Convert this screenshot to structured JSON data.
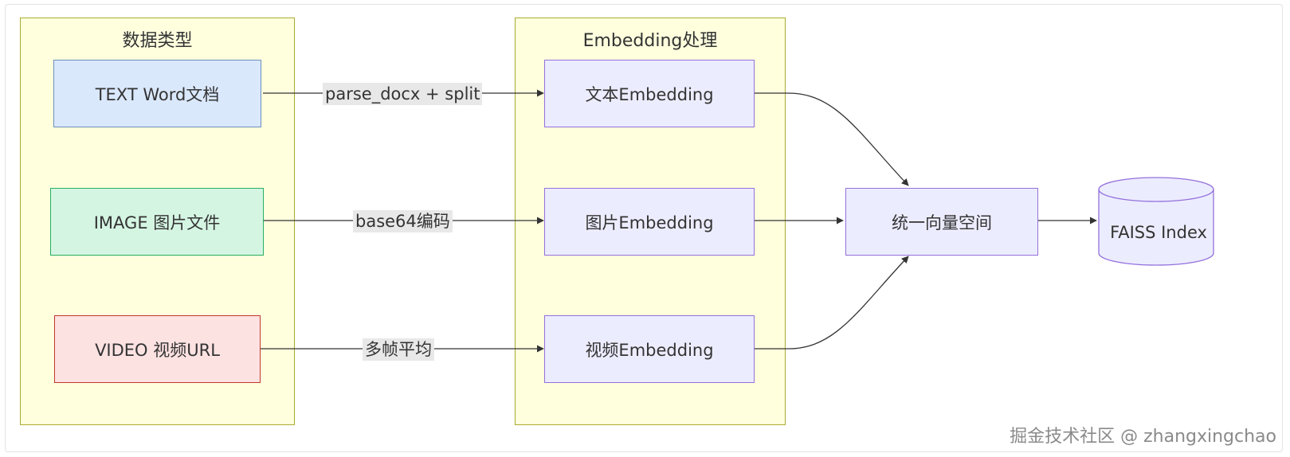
{
  "groups": {
    "data_types": {
      "title": "数据类型"
    },
    "embedding": {
      "title": "Embedding处理"
    }
  },
  "nodes": {
    "text": "TEXT Word文档",
    "image": "IMAGE 图片文件",
    "video": "VIDEO 视频URL",
    "text_emb": "文本Embedding",
    "image_emb": "图片Embedding",
    "video_emb": "视频Embedding",
    "unified": "统一向量空间",
    "faiss": "FAISS Index"
  },
  "edges": {
    "text_label": "parse_docx + split",
    "image_label": "base64编码",
    "video_label": "多帧平均"
  },
  "watermark": "掘金技术社区 @ zhangxingchao"
}
